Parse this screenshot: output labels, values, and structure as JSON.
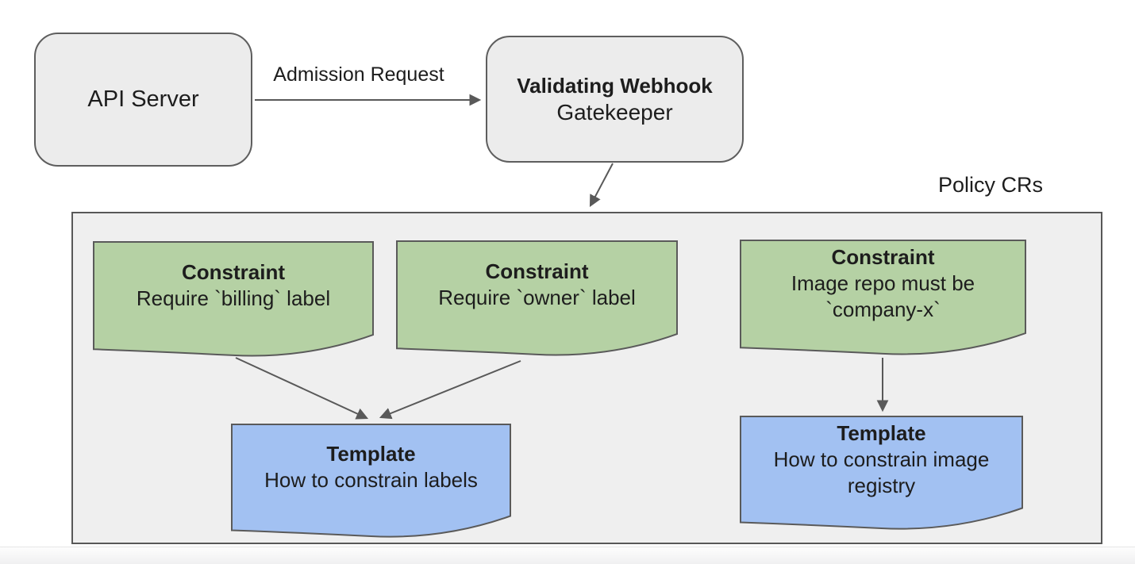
{
  "nodes": {
    "api_server": {
      "label": "API Server"
    },
    "webhook": {
      "title": "Validating Webhook",
      "subtitle": "Gatekeeper"
    }
  },
  "group": {
    "label": "Policy CRs"
  },
  "edges": {
    "admission": {
      "label": "Admission Request"
    }
  },
  "constraints": [
    {
      "title": "Constraint",
      "body": "Require `billing` label"
    },
    {
      "title": "Constraint",
      "body": "Require `owner` label"
    },
    {
      "title": "Constraint",
      "body": "Image repo must be `company-x`"
    }
  ],
  "templates": [
    {
      "title": "Template",
      "body": "How to constrain labels"
    },
    {
      "title": "Template",
      "body": "How to constrain image registry"
    }
  ],
  "colors": {
    "constraint_fill": "#b5d1a4",
    "template_fill": "#a2c1f2",
    "node_fill": "#ececec",
    "container_fill": "#efefef",
    "stroke": "#595959",
    "text": "#1d1d1d",
    "background": "#ffffff"
  }
}
